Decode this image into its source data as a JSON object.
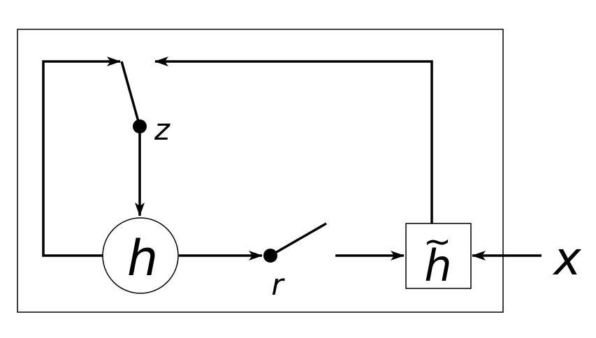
{
  "diagram": {
    "labels": {
      "hidden": "h",
      "candidate": "h",
      "candidate_accent": "~",
      "update_gate": "z",
      "reset_gate": "r",
      "input": "x"
    },
    "colors": {
      "stroke": "#000000",
      "background": "#ffffff"
    }
  }
}
